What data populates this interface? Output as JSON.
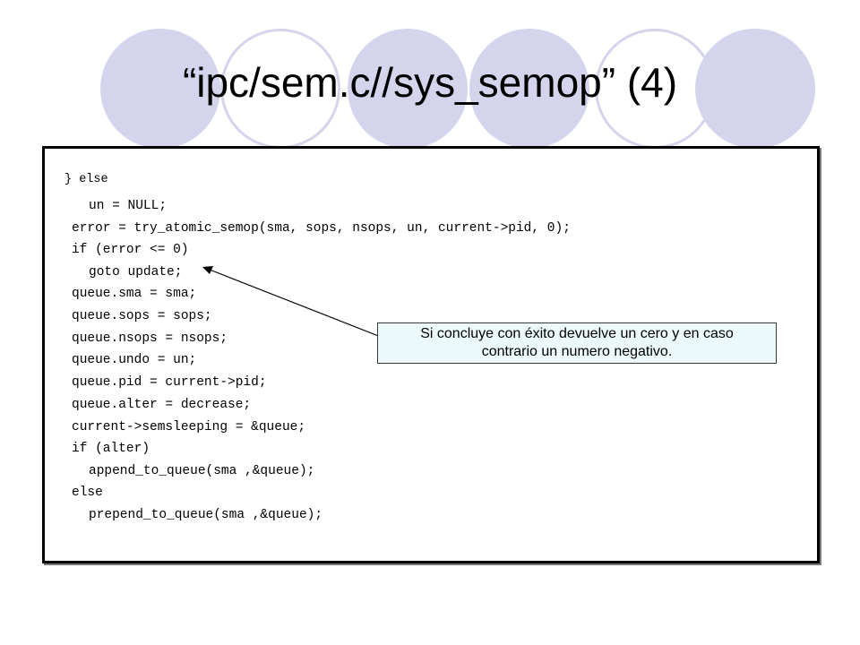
{
  "slide": {
    "title": "“ipc/sem.c//sys_semop” (4)",
    "code_lines": [
      "} else",
      "un = NULL;",
      "error = try_atomic_semop(sma, sops, nsops, un, current->pid, 0);",
      "if (error <= 0)",
      "goto update;",
      "queue.sma = sma;",
      "queue.sops = sops;",
      "queue.nsops = nsops;",
      "queue.undo = un;",
      "queue.pid = current->pid;",
      "queue.alter = decrease;",
      "current->semsleeping = &queue;",
      "if (alter)",
      "append_to_queue(sma ,&queue);",
      "else",
      "prepend_to_queue(sma ,&queue);"
    ],
    "callout": {
      "line1": "Si concluye con éxito devuelve un cero y en caso",
      "line2": "contrario un numero negativo."
    }
  },
  "colors": {
    "circle": "#d4d4ec",
    "callout_bg": "#ebf9fb",
    "border": "#000000"
  }
}
